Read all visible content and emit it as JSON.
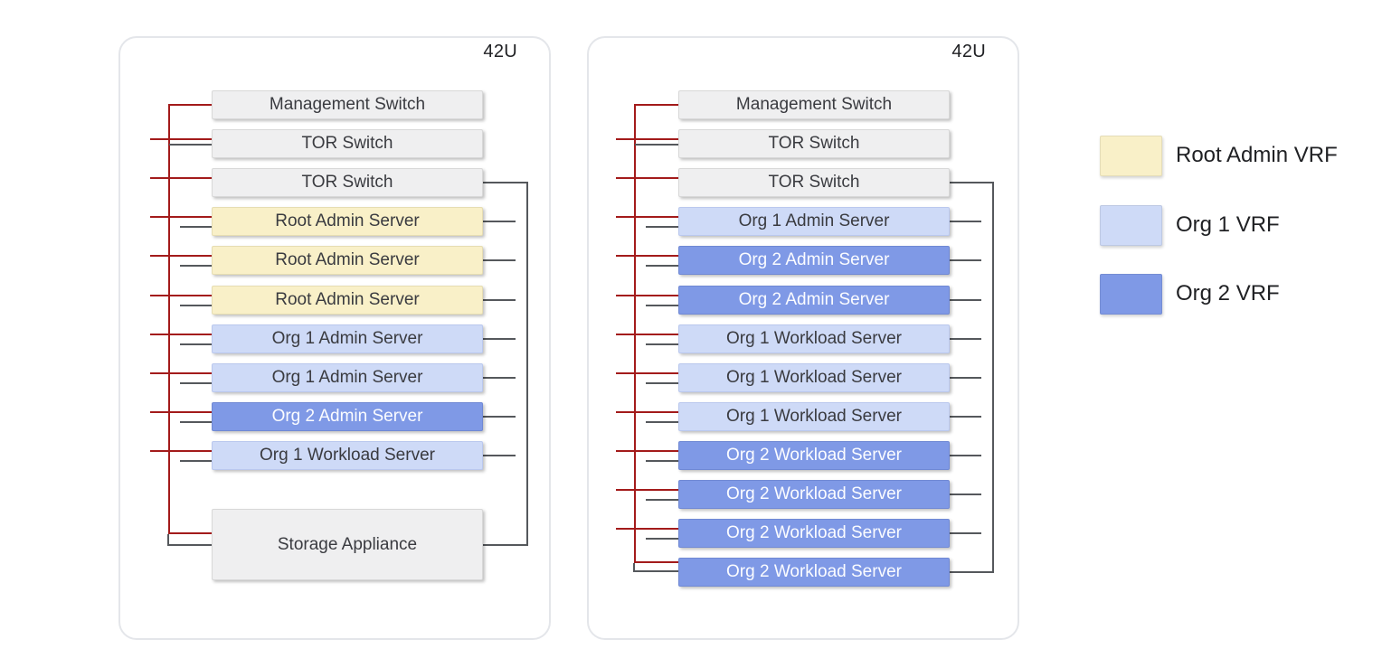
{
  "racks": [
    {
      "capacity_label": "42U",
      "units": [
        {
          "label": "Management Switch",
          "vrf": "none"
        },
        {
          "label": "TOR Switch",
          "vrf": "none"
        },
        {
          "label": "TOR Switch",
          "vrf": "none"
        },
        {
          "label": "Root Admin Server",
          "vrf": "root"
        },
        {
          "label": "Root Admin Server",
          "vrf": "root"
        },
        {
          "label": "Root Admin Server",
          "vrf": "root"
        },
        {
          "label": "Org 1 Admin Server",
          "vrf": "org1"
        },
        {
          "label": "Org 1 Admin Server",
          "vrf": "org1"
        },
        {
          "label": "Org 2 Admin Server",
          "vrf": "org2"
        },
        {
          "label": "Org 1 Workload Server",
          "vrf": "org1"
        },
        {
          "label": "Storage Appliance",
          "vrf": "none"
        }
      ]
    },
    {
      "capacity_label": "42U",
      "units": [
        {
          "label": "Management Switch",
          "vrf": "none"
        },
        {
          "label": "TOR Switch",
          "vrf": "none"
        },
        {
          "label": "TOR Switch",
          "vrf": "none"
        },
        {
          "label": "Org 1 Admin Server",
          "vrf": "org1"
        },
        {
          "label": "Org 2 Admin Server",
          "vrf": "org2"
        },
        {
          "label": "Org 2 Admin Server",
          "vrf": "org2"
        },
        {
          "label": "Org 1 Workload Server",
          "vrf": "org1"
        },
        {
          "label": "Org 1 Workload Server",
          "vrf": "org1"
        },
        {
          "label": "Org 1 Workload Server",
          "vrf": "org1"
        },
        {
          "label": "Org 2 Workload Server",
          "vrf": "org2"
        },
        {
          "label": "Org 2 Workload Server",
          "vrf": "org2"
        },
        {
          "label": "Org 2 Workload Server",
          "vrf": "org2"
        },
        {
          "label": "Org 2 Workload Server",
          "vrf": "org2"
        }
      ]
    }
  ],
  "legend": {
    "items": [
      {
        "label": "Root Admin VRF",
        "vrf": "root",
        "color": "#f9f0c8"
      },
      {
        "label": "Org 1 VRF",
        "vrf": "org1",
        "color": "#cedaf7"
      },
      {
        "label": "Org 2 VRF",
        "vrf": "org2",
        "color": "#7f99e6"
      }
    ]
  },
  "colors": {
    "management_network_line": "#a31b1b",
    "data_network_line": "#55585c",
    "neutral_unit_fill": "#efeff0",
    "root_admin_vrf_fill": "#f9f0c8",
    "org1_vrf_fill": "#cedaf7",
    "org2_vrf_fill": "#7f99e6",
    "rack_border": "#e4e6ea"
  }
}
